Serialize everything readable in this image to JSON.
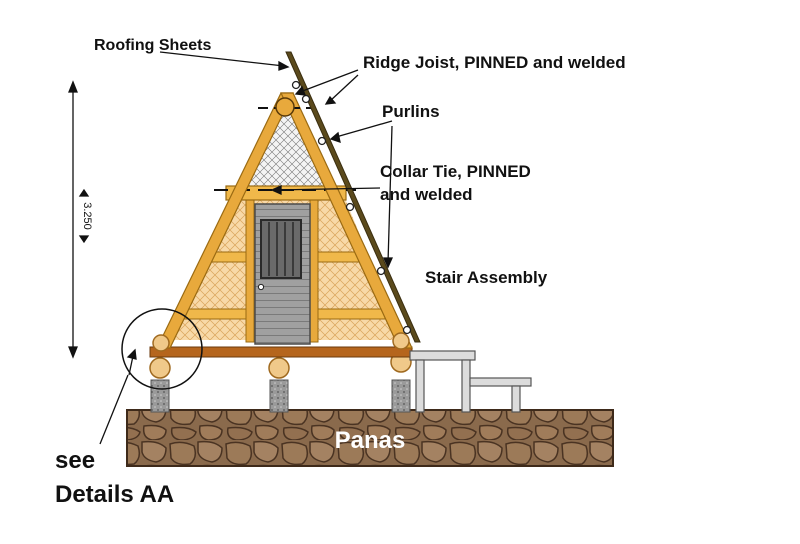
{
  "labels": {
    "roofing_sheets": "Roofing Sheets",
    "ridge_joist": "Ridge Joist, PINNED and welded",
    "purlins": "Purlins",
    "collar_tie_line1": "Collar Tie, PINNED",
    "collar_tie_line2": "and welded",
    "stair_assembly": "Stair Assembly",
    "panas": "Panas",
    "see": "see",
    "details": "Details AA"
  },
  "dimension": {
    "height_value": "3.250"
  },
  "colors": {
    "timber": "#e0a83a",
    "timber_dark": "#9a6a12",
    "roof_sheet": "#5b4a1c",
    "infill": "#f8d9a8",
    "gable_mesh": "#f2f2f2",
    "door": "#9a9a9a",
    "floor_beam": "#b5651d",
    "stone": "#7a5a40",
    "post": "#8a8a8a",
    "stair": "#dcdcdc"
  }
}
